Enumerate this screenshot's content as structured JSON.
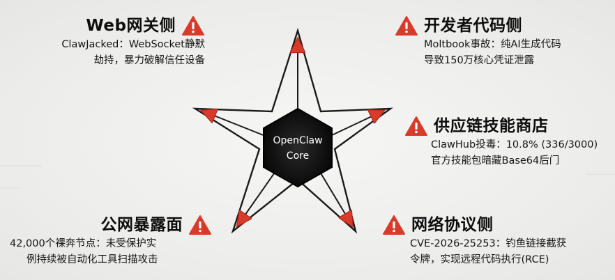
{
  "core": {
    "line1": "OpenClaw",
    "line2": "Core"
  },
  "callouts": {
    "web": {
      "title": "Web网关侧",
      "line1": "ClawJacked：WebSocket静默",
      "line2": "劫持，暴力破解信任设备"
    },
    "dev": {
      "title": "开发者代码侧",
      "line1": "Moltbook事故：纯AI生成代码",
      "line2": "导致150万核心凭证泄露"
    },
    "supply": {
      "title": "供应链技能商店",
      "line1": "ClawHub投毒：10.8% (336/3000)",
      "line2": "官方技能包暗藏Base64后门"
    },
    "public": {
      "title": "公网暴露面",
      "line1": "42,000个裸奔节点：未受保护实",
      "line2": "例持续被自动化工具扫描攻击"
    },
    "proto": {
      "title": "网络协议侧",
      "line1": "CVE-2026-25253：钓鱼链接截获",
      "line2": "令牌，实现远程代码执行(RCE)"
    }
  },
  "icons": {
    "warning": "warning-triangle-icon",
    "warning_color": "#d93b2b"
  },
  "colors": {
    "arrowhead": "#d93b2b",
    "star_stroke": "#1a1a1a",
    "core_fill": "#111111"
  }
}
